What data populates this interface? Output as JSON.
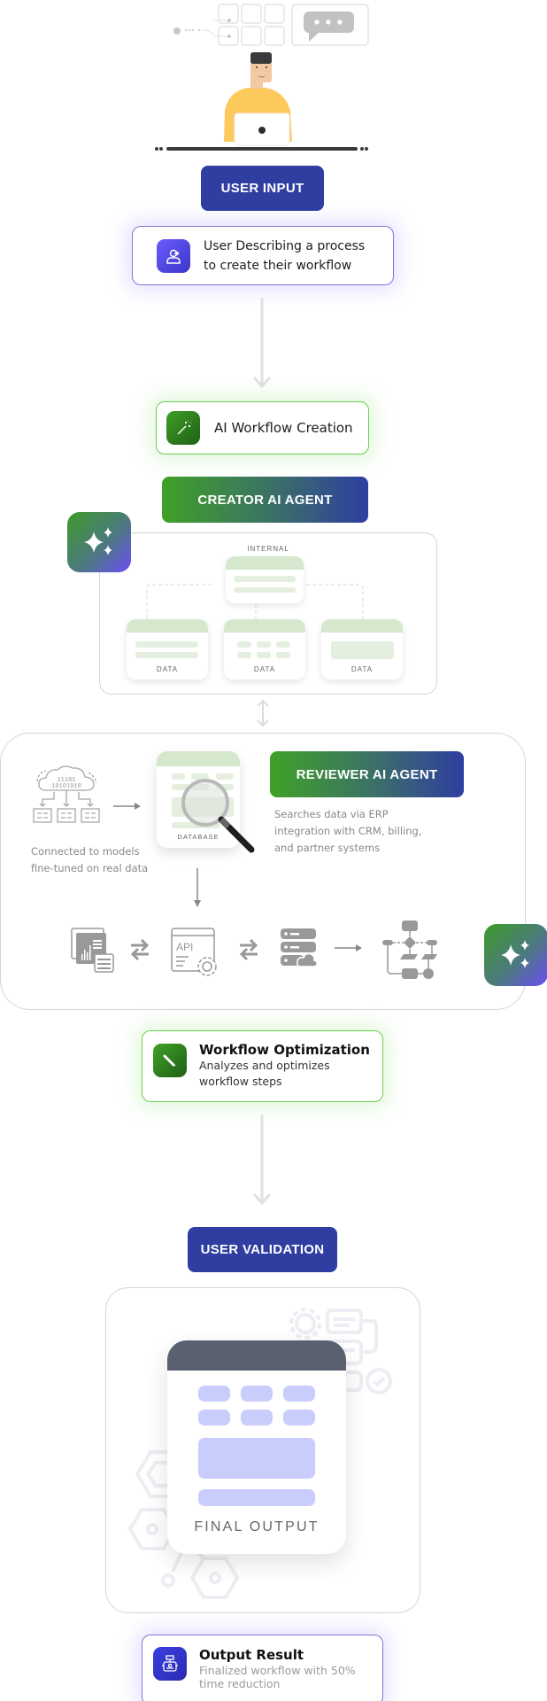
{
  "header_illustration": {
    "description": "person-at-laptop",
    "chat_bubble_icon": "chat-ellipsis-icon"
  },
  "user_input": {
    "label": "USER INPUT",
    "color": "#2f3ea0",
    "card": {
      "icon": "user-input-icon",
      "line1": "User Describing a process",
      "line2": "to create their workflow"
    }
  },
  "creation": {
    "card": {
      "icon": "magic-wand-icon",
      "title": "AI Workflow Creation"
    },
    "agent_label": "CREATOR AI AGENT",
    "agent_icon": "sparkles-icon",
    "diagram": {
      "top_label": "INTERNAL",
      "data_labels": [
        "DATA",
        "DATA",
        "DATA"
      ]
    }
  },
  "reviewer": {
    "cloud_caption_line1": "Connected to models",
    "cloud_caption_line2": "fine-tuned on real data",
    "database_label": "DATABASE",
    "agent_label": "REVIEWER AI AGENT",
    "description_line1": "Searches data via ERP",
    "description_line2": "integration with CRM, billing,",
    "description_line3": "and partner systems",
    "pipeline_icons": [
      "dashboard-icon",
      "api-settings-icon",
      "server-cloud-icon",
      "flowchart-icon"
    ],
    "agent_icon": "sparkles-icon"
  },
  "optimization": {
    "card": {
      "icon": "pencil-icon",
      "title": "Workflow Optimization",
      "line1": "Analyzes and optimizes",
      "line2": "workflow steps"
    }
  },
  "validation": {
    "label": "USER VALIDATION",
    "final_output_label": "FINAL OUTPUT"
  },
  "result": {
    "card": {
      "icon": "robot-flow-icon",
      "title": "Output Result",
      "line1": "Finalized workflow with 50%",
      "line2": "time reduction"
    }
  },
  "colors": {
    "primary_blue": "#2f3ea0",
    "green": "#3fa127",
    "purple_accent": "#6a5cff",
    "final_output_bars": "#c9cdfb"
  }
}
